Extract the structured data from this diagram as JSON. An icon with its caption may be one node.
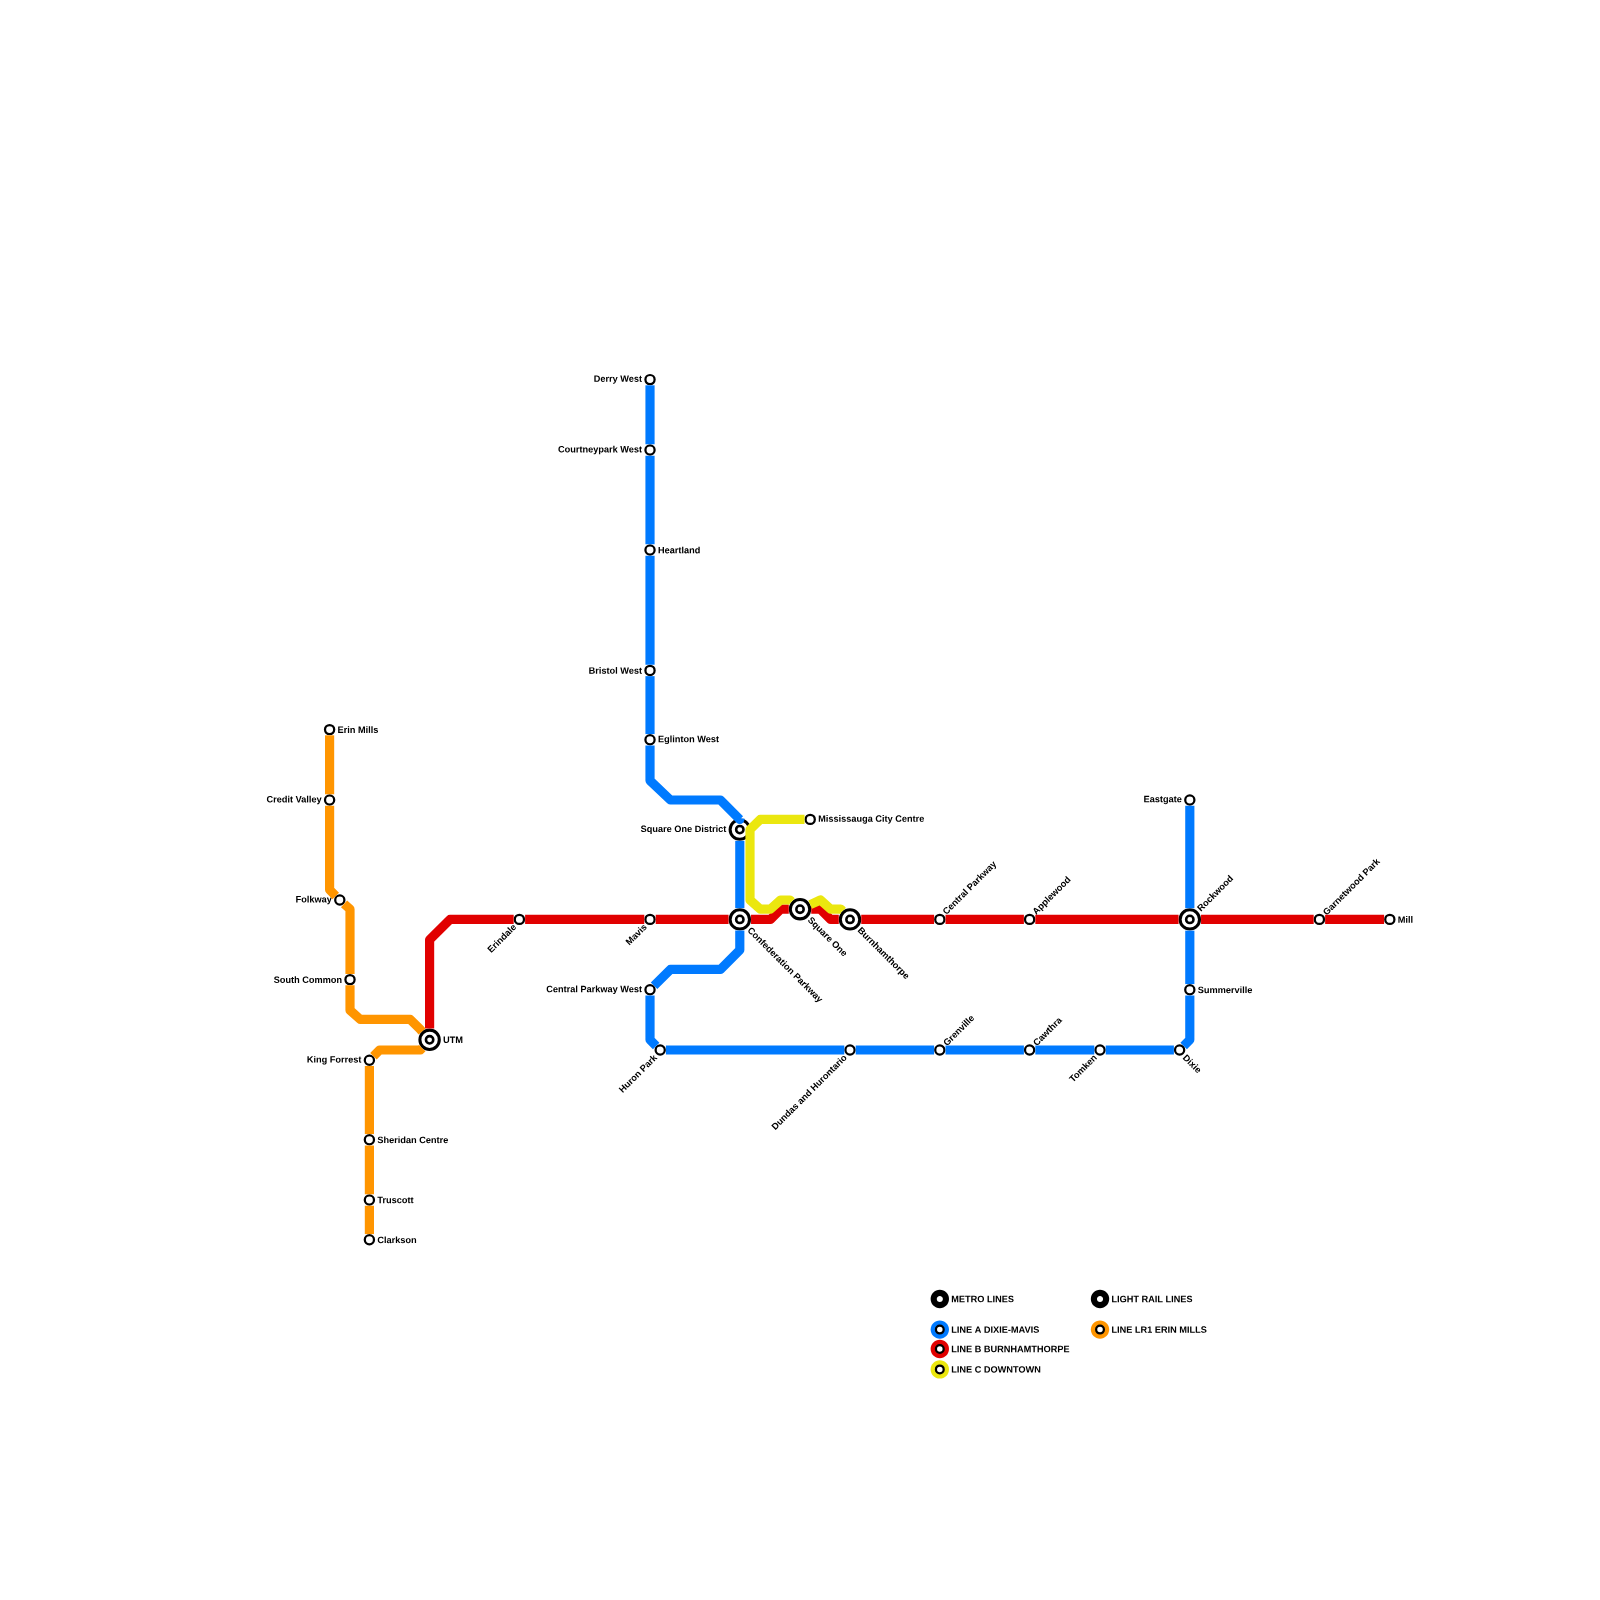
{
  "diagram": {
    "nodes": [
      {
        "text": [
          "Derry West"
        ]
      },
      {
        "text": [
          "Courtneypark West"
        ]
      },
      {
        "text": [
          "Heartland"
        ]
      },
      {
        "text": [
          "Bristol West"
        ]
      },
      {
        "text": [
          "Eglinton West"
        ]
      },
      {
        "text": [
          "Square One District"
        ]
      },
      {
        "text": [
          "Confederation Parkway"
        ]
      },
      {
        "text": [
          "Central Parkway West"
        ]
      },
      {
        "text": [
          "Huron Park"
        ]
      },
      {
        "text": [
          "Dundas and Hurontario"
        ]
      },
      {
        "text": [
          "Grenville"
        ]
      },
      {
        "text": [
          "Cawthra"
        ]
      },
      {
        "text": [
          "Tomken"
        ]
      },
      {
        "text": [
          "Dixie"
        ]
      },
      {
        "text": [
          "Summerville"
        ]
      },
      {
        "text": [
          "Rockwood"
        ]
      },
      {
        "text": [
          "Eastgate"
        ]
      },
      {
        "text": [
          "UTM"
        ]
      },
      {
        "text": [
          "Erindale"
        ]
      },
      {
        "text": [
          "Mavis"
        ]
      },
      {
        "text": [
          "Square One"
        ]
      },
      {
        "text": [
          "Burnhamthorpe"
        ]
      },
      {
        "text": [
          "Central Parkway"
        ]
      },
      {
        "text": [
          "Applewood"
        ]
      },
      {
        "text": [
          "Garnetwood Park"
        ]
      },
      {
        "text": [
          "Mill"
        ]
      },
      {
        "text": [
          "Mississauga City Centre"
        ]
      },
      {
        "text": [
          "Erin Mills"
        ]
      },
      {
        "text": [
          "Credit Valley"
        ]
      },
      {
        "text": [
          "Folkway"
        ]
      },
      {
        "text": [
          "South Common"
        ]
      },
      {
        "text": [
          "King Forrest"
        ]
      },
      {
        "text": [
          "Sheridan Centre"
        ]
      },
      {
        "text": [
          "Truscott"
        ]
      },
      {
        "text": [
          "Clarkson"
        ]
      }
    ],
    "edges": [
      {
        "from": 0,
        "to": 1,
        "arrow": "none",
        "color": "#007aff"
      },
      {
        "from": 1,
        "to": 2,
        "arrow": "none",
        "color": "#007aff"
      },
      {
        "from": 2,
        "to": 3,
        "arrow": "none",
        "color": "#007aff"
      },
      {
        "from": 3,
        "to": 4,
        "arrow": "none",
        "color": "#007aff"
      },
      {
        "from": 4,
        "to": 5,
        "arrow": "none",
        "color": "#007aff"
      },
      {
        "from": 5,
        "to": 6,
        "arrow": "none",
        "color": "#007aff"
      },
      {
        "from": 6,
        "to": 7,
        "arrow": "none",
        "color": "#007aff"
      },
      {
        "from": 7,
        "to": 8,
        "arrow": "none",
        "color": "#007aff"
      },
      {
        "from": 8,
        "to": 9,
        "arrow": "none",
        "color": "#007aff"
      },
      {
        "from": 9,
        "to": 10,
        "arrow": "none",
        "color": "#007aff"
      },
      {
        "from": 10,
        "to": 11,
        "arrow": "none",
        "color": "#007aff"
      },
      {
        "from": 11,
        "to": 12,
        "arrow": "none",
        "color": "#007aff"
      },
      {
        "from": 12,
        "to": 13,
        "arrow": "none",
        "color": "#007aff"
      },
      {
        "from": 13,
        "to": 14,
        "arrow": "none",
        "color": "#007aff"
      },
      {
        "from": 14,
        "to": 15,
        "arrow": "none",
        "color": "#007aff"
      },
      {
        "from": 15,
        "to": 16,
        "arrow": "none",
        "color": "#007aff"
      },
      {
        "from": 17,
        "to": 18,
        "arrow": "none",
        "color": "#e10000"
      },
      {
        "from": 18,
        "to": 19,
        "arrow": "none",
        "color": "#e10000"
      },
      {
        "from": 19,
        "to": 6,
        "arrow": "none",
        "color": "#e10000"
      },
      {
        "from": 6,
        "to": 20,
        "arrow": "none",
        "color": "#e10000"
      },
      {
        "from": 20,
        "to": 21,
        "arrow": "none",
        "color": "#e10000"
      },
      {
        "from": 21,
        "to": 22,
        "arrow": "none",
        "color": "#e10000"
      },
      {
        "from": 22,
        "to": 23,
        "arrow": "none",
        "color": "#e10000"
      },
      {
        "from": 23,
        "to": 15,
        "arrow": "none",
        "color": "#e10000"
      },
      {
        "from": 15,
        "to": 24,
        "arrow": "none",
        "color": "#e10000"
      },
      {
        "from": 24,
        "to": 25,
        "arrow": "none",
        "color": "#e10000"
      },
      {
        "from": 26,
        "to": 20,
        "arrow": "none",
        "color": "#ebe70f"
      },
      {
        "from": 20,
        "to": 21,
        "arrow": "none",
        "color": "#ebe70f"
      },
      {
        "from": 27,
        "to": 28,
        "arrow": "none",
        "color": "#ff9500"
      },
      {
        "from": 28,
        "to": 29,
        "arrow": "none",
        "color": "#ff9500"
      },
      {
        "from": 29,
        "to": 30,
        "arrow": "none",
        "color": "#ff9500"
      },
      {
        "from": 30,
        "to": 17,
        "arrow": "none",
        "color": "#ff9500"
      },
      {
        "from": 17,
        "to": 31,
        "arrow": "none",
        "color": "#ff9500"
      },
      {
        "from": 31,
        "to": 32,
        "arrow": "none",
        "color": "#ff9500"
      },
      {
        "from": 32,
        "to": 33,
        "arrow": "none",
        "color": "#ff9500"
      },
      {
        "from": 33,
        "to": 34,
        "arrow": "none",
        "color": "#ff9500"
      }
    ],
    "legend": [
      {
        "text": "METRO LINES"
      },
      {
        "text": "LIGHT RAIL LINES"
      },
      {
        "text": "LINE A DIXIE-MAVIS",
        "color": "#007aff"
      },
      {
        "text": "LINE LR1 ERIN MILLS",
        "color": "#ff9500"
      },
      {
        "text": "LINE B BURNHAMTHORPE",
        "color": "#e10000"
      },
      {
        "text": "LINE C DOWNTOWN",
        "color": "#ebe70f"
      }
    ]
  }
}
